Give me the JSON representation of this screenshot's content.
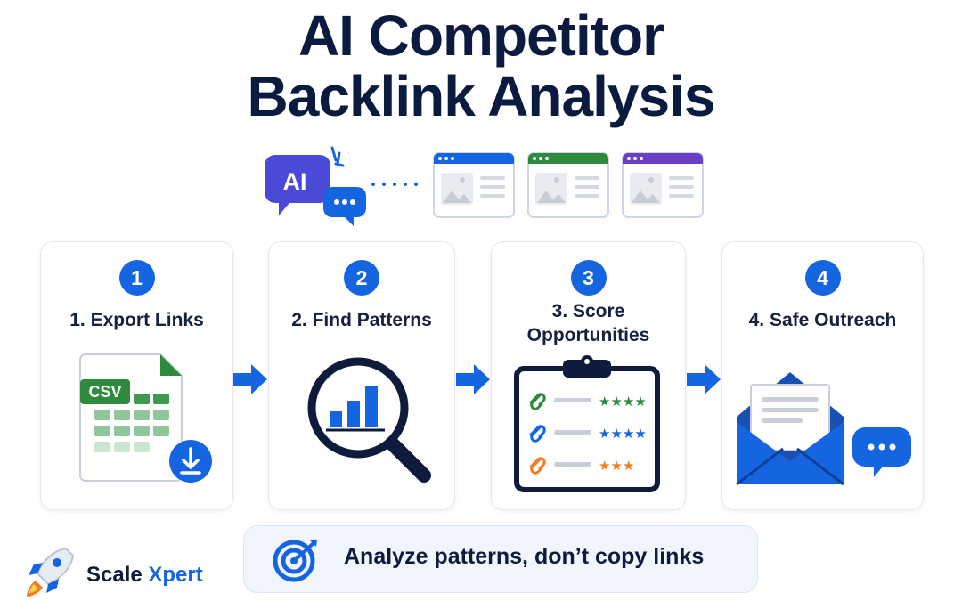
{
  "title": {
    "line1": "AI Competitor",
    "line2": "Backlink Analysis"
  },
  "hero": {
    "ai_badge": "AI",
    "browser_colors": [
      "#1565e0",
      "#2e8b3e",
      "#6b3fc4"
    ]
  },
  "steps": [
    {
      "number": "1",
      "title_lines": [
        "1. Export Links"
      ],
      "icon": "csv-spreadsheet-download-icon",
      "file_label": "CSV"
    },
    {
      "number": "2",
      "title_lines": [
        "2. Find Patterns"
      ],
      "icon": "magnifier-bar-chart-icon"
    },
    {
      "number": "3",
      "title_lines": [
        "3. Score",
        "Opportunities"
      ],
      "icon": "clipboard-link-ratings-icon",
      "ratings": [
        "★★★★",
        "★★★★",
        "★★★"
      ]
    },
    {
      "number": "4",
      "title_lines": [
        "4. Safe Outreach"
      ],
      "icon": "envelope-chat-icon"
    }
  ],
  "tip": {
    "text": "Analyze patterns, don’t copy links",
    "icon": "target-arrow-icon"
  },
  "brand": {
    "name_part1": "Scale",
    "name_part2": "Xpert",
    "icon": "rocket-icon"
  },
  "colors": {
    "accent_blue": "#1565e0",
    "title_navy": "#0b1a3f",
    "green": "#2e8b3e",
    "orange": "#ef7d22",
    "purple": "#6b3fc4"
  }
}
